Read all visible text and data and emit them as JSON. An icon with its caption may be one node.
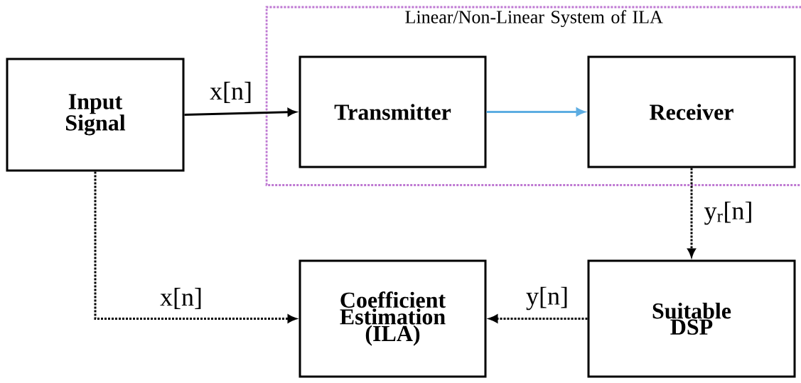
{
  "diagram": {
    "nodes": [
      {
        "text": [
          "Input Signal"
        ]
      },
      {
        "text": [
          "Linear/Non-Linear System of ILA"
        ]
      },
      {
        "text": [
          "Transmitter"
        ],
        "in": 1
      },
      {
        "text": [
          "Receiver"
        ],
        "in": 1
      },
      {
        "text": [
          "Coefficient Estimation (ILA)"
        ]
      },
      {
        "text": [
          "Suitable DSP"
        ]
      }
    ],
    "edges": [
      {
        "from": 0,
        "to": 2,
        "arrow": "to",
        "label": "x[n]"
      },
      {
        "from": 2,
        "to": 3,
        "arrow": "to",
        "color": "#5dade2"
      },
      {
        "from": 3,
        "to": 5,
        "arrow": "to",
        "style": "dashed",
        "label": "y$_{r}$[n]"
      },
      {
        "from": 0,
        "to": 4,
        "arrow": "to",
        "style": "dashed",
        "label": "x[n]"
      },
      {
        "from": 5,
        "to": 4,
        "arrow": "to",
        "style": "dashed",
        "label": "y[n]"
      }
    ]
  }
}
